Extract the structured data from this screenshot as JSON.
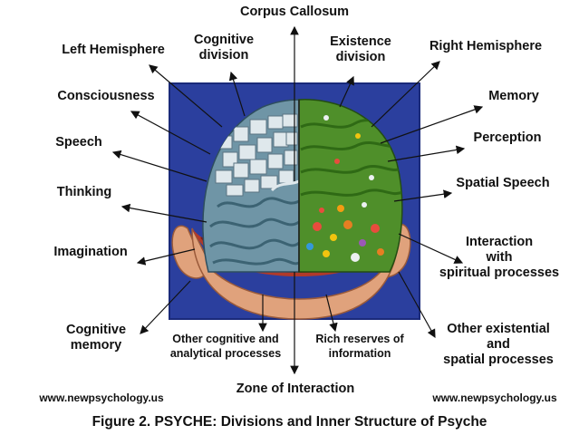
{
  "labels": {
    "corpus_callosum": "Corpus Callosum",
    "left_hemisphere": "Left Hemisphere",
    "cognitive_division": [
      "Cognitive",
      "division"
    ],
    "existence_division": [
      "Existence",
      "division"
    ],
    "right_hemisphere": "Right Hemisphere",
    "consciousness": "Consciousness",
    "memory": "Memory",
    "speech": "Speech",
    "perception": "Perception",
    "thinking": "Thinking",
    "spatial_speech": "Spatial Speech",
    "imagination": "Imagination",
    "interaction_spiritual": [
      "Interaction",
      "with",
      "spiritual processes"
    ],
    "cognitive_memory": [
      "Cognitive",
      "memory"
    ],
    "other_cognitive": [
      "Other cognitive and",
      "analytical processes"
    ],
    "rich_reserves": [
      "Rich reserves of",
      "information"
    ],
    "other_existential": [
      "Other existential",
      "and",
      "spatial processes"
    ],
    "zone_of_interaction": "Zone of Interaction"
  },
  "website_left": "www.newpsychology.us",
  "website_right": "www.newpsychology.us",
  "caption": "Figure 2. PSYCHE: Divisions and Inner Structure of Psyche",
  "colors": {
    "background_panel": "#2b3f9e",
    "skin": "#e0a27c",
    "left_brain": "#6f95a6",
    "right_brain": "#4f8f2a",
    "arrow": "#111111"
  }
}
